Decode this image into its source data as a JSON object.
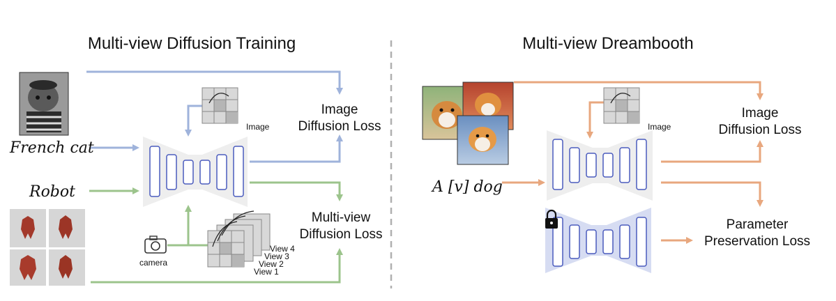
{
  "left_panel": {
    "title": "Multi-view Diffusion Training",
    "input_labels": [
      "French cat",
      "Robot"
    ],
    "camera_label": "camera",
    "image_label": "Image",
    "view_labels": [
      "View 4",
      "View 3",
      "View 2",
      "View 1"
    ],
    "loss_image": [
      "Image",
      "Diffusion Loss"
    ],
    "loss_multiview": [
      "Multi-view",
      "Diffusion Loss"
    ]
  },
  "right_panel": {
    "title": "Multi-view Dreambooth",
    "prompt": "A [v] dog",
    "image_label": "Image",
    "loss_image": [
      "Image",
      "Diffusion Loss"
    ],
    "loss_preservation": [
      "Parameter",
      "Preservation Loss"
    ]
  },
  "colors": {
    "blue_arrow": "#9fb3db",
    "green_arrow": "#9cc48c",
    "orange_arrow": "#e8a77e",
    "network_block": "#4a5bbd",
    "frozen_network_bg": "#d6dcf2",
    "divider": "#b0b0b0"
  },
  "icons": [
    "camera-icon",
    "lock-icon",
    "grid-image-icon"
  ]
}
